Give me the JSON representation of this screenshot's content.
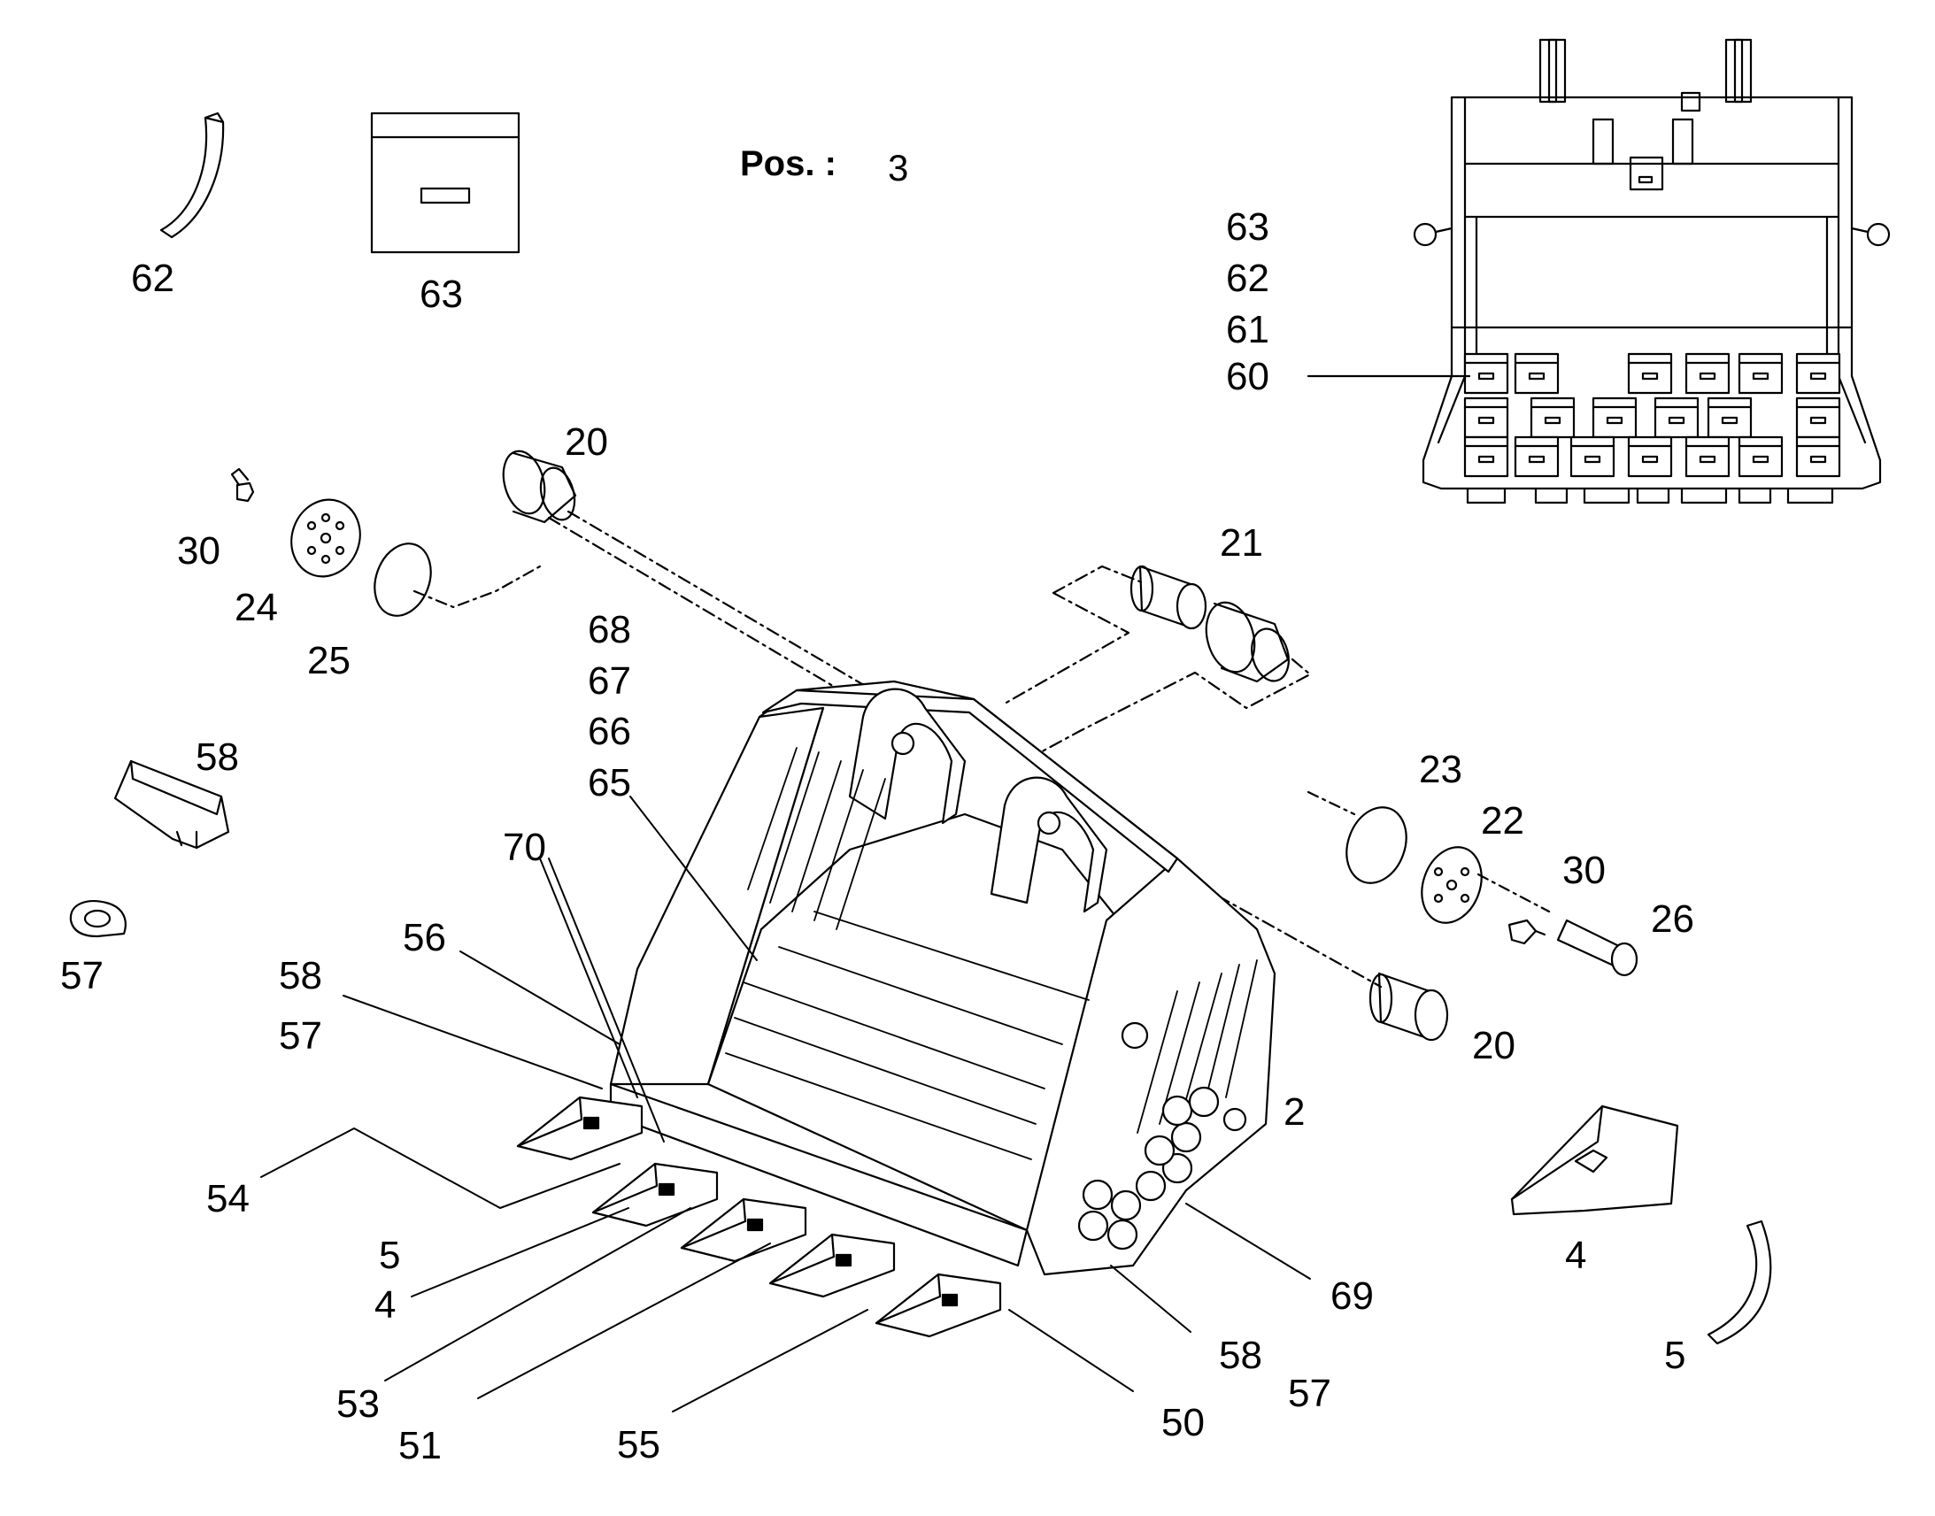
{
  "header": {
    "pos_label": "Pos. :",
    "pos_value": "3"
  },
  "callouts": {
    "c62_top": "62",
    "c63_top": "63",
    "c63_inset": "63",
    "c62_inset": "62",
    "c61_inset": "61",
    "c60_inset": "60",
    "c20_top": "20",
    "c30_left": "30",
    "c24": "24",
    "c25": "25",
    "c21": "21",
    "c68": "68",
    "c67": "67",
    "c66": "66",
    "c65": "65",
    "c58_left": "58",
    "c57_left": "57",
    "c70": "70",
    "c56": "56",
    "c58_mid": "58",
    "c57_mid": "57",
    "c23": "23",
    "c22": "22",
    "c30_right": "30",
    "c26": "26",
    "c20_right": "20",
    "c2": "2",
    "c54": "54",
    "c5_left": "5",
    "c4_left": "4",
    "c53": "53",
    "c51": "51",
    "c55": "55",
    "c50": "50",
    "c58_bottom": "58",
    "c57_bottom": "57",
    "c69": "69",
    "c4_right": "4",
    "c5_right": "5"
  }
}
